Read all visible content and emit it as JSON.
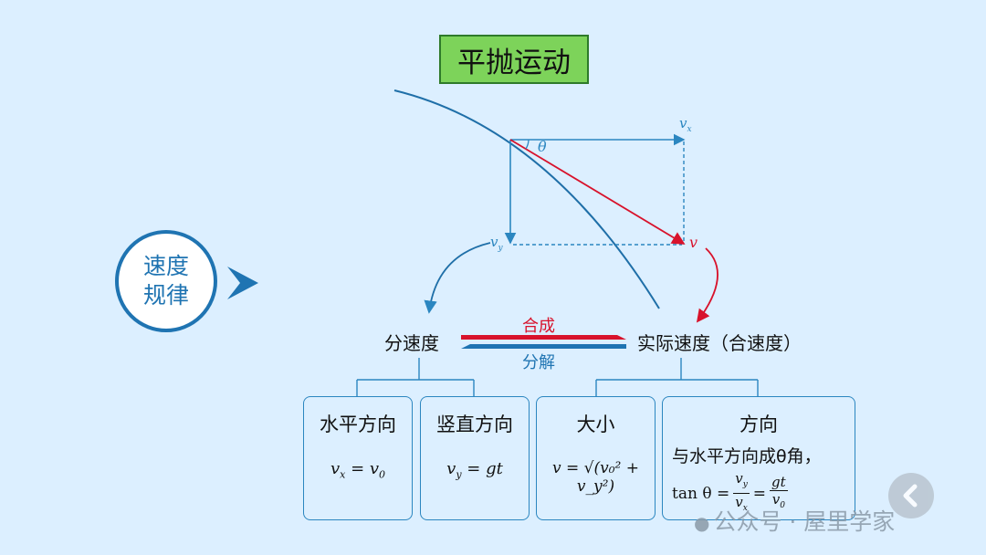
{
  "title": "平抛运动",
  "section": {
    "line1": "速度",
    "line2": "规律"
  },
  "diagram_labels": {
    "vx": "v",
    "vx_sub": "x",
    "vy": "v",
    "vy_sub": "y",
    "v": "v",
    "theta": "θ"
  },
  "nodes": {
    "component": "分速度",
    "actual": "实际速度（合速度）"
  },
  "arrows": {
    "compose": "合成",
    "decompose": "分解"
  },
  "boxes": {
    "horizontal": {
      "title": "水平方向",
      "lhs": "v",
      "lhs_sub": "x",
      "rhs": "= v",
      "rhs_sub": "0"
    },
    "vertical": {
      "title": "竖直方向",
      "lhs": "v",
      "lhs_sub": "y",
      "rhs": "= gt"
    },
    "magnitude": {
      "title": "大小",
      "formula": "v = √(v₀² + v_y²)"
    },
    "direction": {
      "title": "方向",
      "line1": "与水平方向成θ角，",
      "line2_prefix": "tan θ =",
      "frac1_num": "v",
      "frac1_num_sub": "y",
      "frac1_den": "v",
      "frac1_den_sub": "x",
      "eq": "=",
      "frac2_num": "gt",
      "frac2_den": "v",
      "frac2_den_sub": "0"
    }
  },
  "watermark": "公众号 · 屋里学家",
  "colors": {
    "blue": "#1f74b2",
    "red": "#d8122b",
    "title_bg": "#7dd35a",
    "background": "#dcefff"
  }
}
